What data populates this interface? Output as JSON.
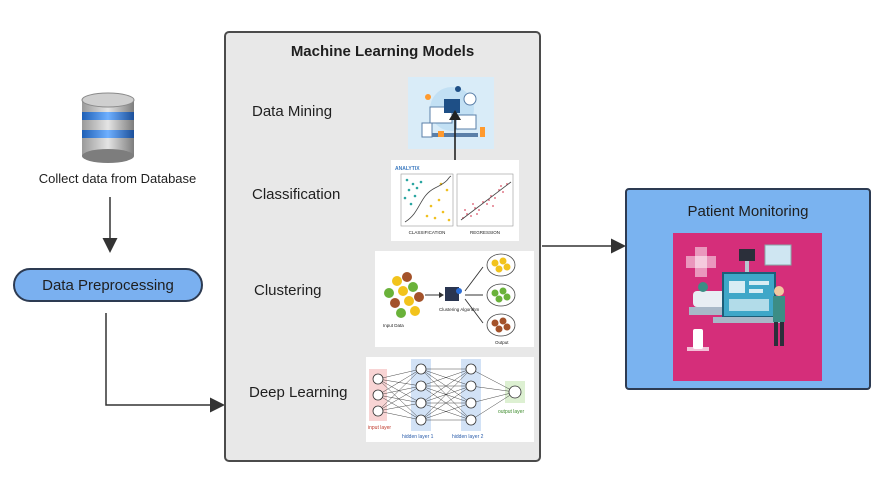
{
  "database": {
    "label": "Collect data from Database",
    "icon": "database-icon"
  },
  "preprocessing": {
    "label": "Data Preprocessing"
  },
  "ml_panel": {
    "title": "Machine Learning Models",
    "items": [
      {
        "label": "Data Mining"
      },
      {
        "label": "Classification"
      },
      {
        "label": "Clustering"
      },
      {
        "label": "Deep Learning"
      }
    ],
    "classification_thumb": {
      "logo": "ANALYTIX",
      "left": "CLASSIFICATION",
      "right": "REGRESSION"
    },
    "clustering_thumb": {
      "input": "Input Data",
      "algo": "Clustering Algorithm",
      "output": "Output"
    },
    "deep_learning_thumb": {
      "input": "input layer",
      "hidden1": "hidden layer 1",
      "hidden2": "hidden layer 2",
      "output": "output layer"
    }
  },
  "patient": {
    "title": "Patient Monitoring"
  },
  "colors": {
    "box_blue": "#7ab0f0",
    "panel_gray": "#e8e8e8",
    "border_dark": "#2d3b52",
    "illustration_pink": "#d52e7a"
  }
}
